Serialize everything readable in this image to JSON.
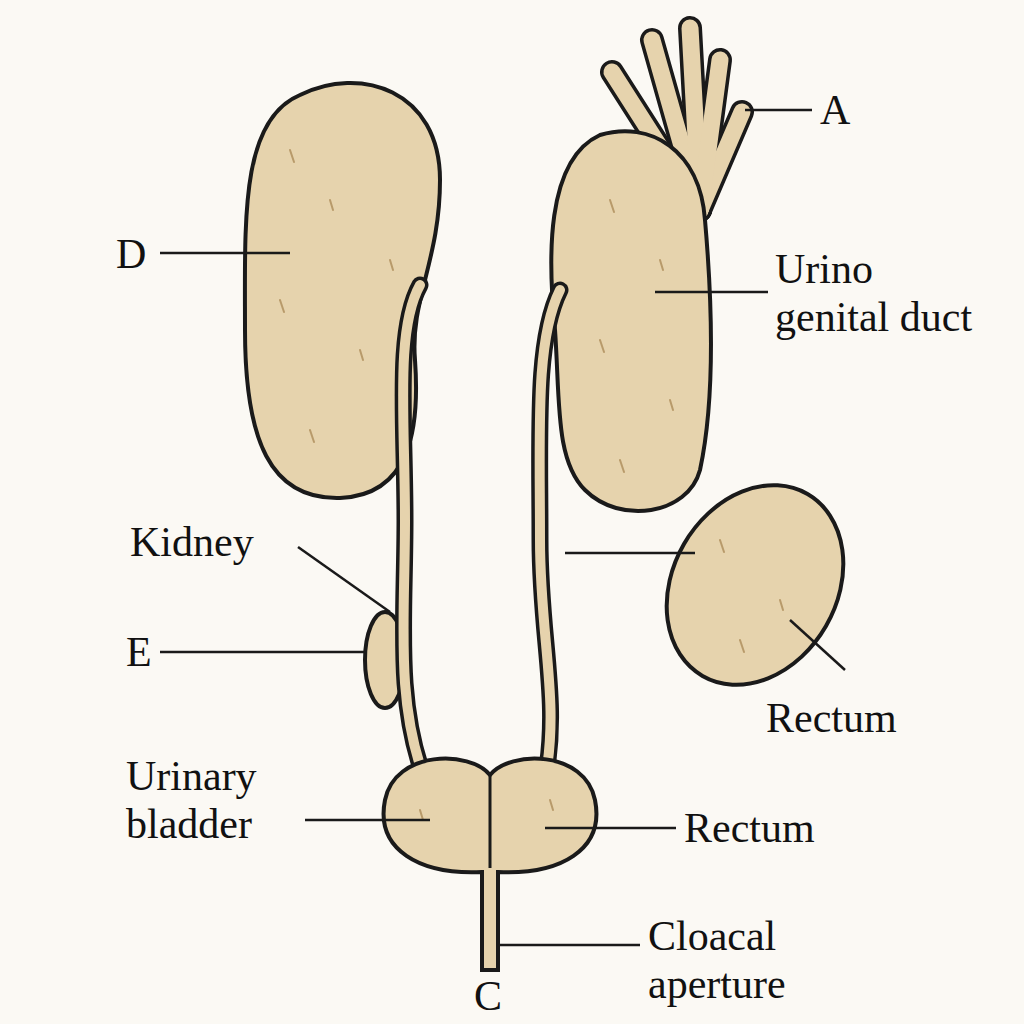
{
  "diagram": {
    "labels": [
      "A",
      "D",
      "Urino genital duct",
      "Kidney",
      "E",
      "Rectum",
      "Urinary bladder",
      "Rectum",
      "Cloacal aperture",
      "C"
    ]
  }
}
